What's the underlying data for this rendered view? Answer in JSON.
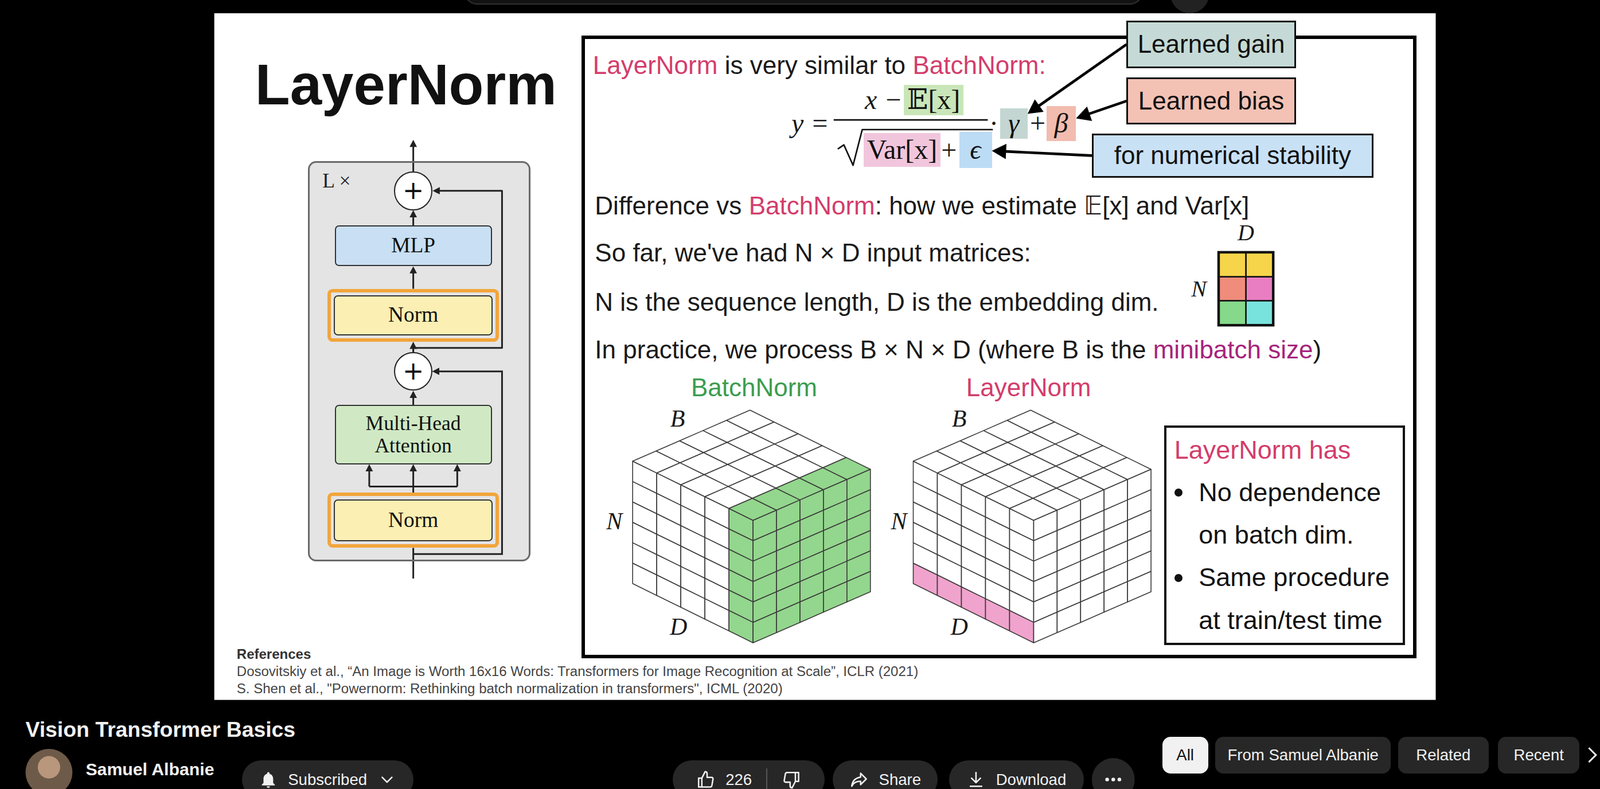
{
  "diagram": {
    "title": "LayerNorm",
    "nodes": [
      {
        "text": [
          "L ×"
        ]
      },
      {
        "text": [
          "+"
        ],
        "in": 0
      },
      {
        "text": [
          "MLP"
        ],
        "in": 0
      },
      {
        "text": [
          "Norm"
        ],
        "in": 0
      },
      {
        "text": [
          "+"
        ],
        "in": 0
      },
      {
        "text": [
          "Multi-Head Attention"
        ],
        "in": 0
      },
      {
        "text": [
          "Norm"
        ],
        "in": 0
      },
      {
        "text": [
          "LayerNorm",
          "is very similar to",
          "BatchNorm:",
          "y =",
          "x −",
          "+",
          "·",
          "+",
          "Difference vs",
          "BatchNorm",
          ": how we estimate 𝔼[x] and Var[x]",
          "So far, we've had N × D input matrices:",
          "N is the sequence length, D is the embedding dim.",
          "D",
          "N",
          "In practice, we process B × N × D (where B is the",
          "minibatch size",
          ")",
          "BatchNorm",
          "LayerNorm",
          "B",
          "N",
          "D",
          "B",
          "N",
          "D"
        ]
      },
      {
        "text": [
          "𝔼[x]"
        ],
        "in": 7
      },
      {
        "text": [
          "Var[x]"
        ],
        "in": 7
      },
      {
        "text": [
          "ϵ"
        ],
        "in": 7
      },
      {
        "text": [
          "γ"
        ],
        "in": 7
      },
      {
        "text": [
          "β"
        ],
        "in": 7
      },
      {
        "text": [
          "LayerNorm has",
          "No dependence on batch dim.",
          "Same procedure at train/test time"
        ],
        "in": 7
      },
      {
        "text": [
          "Learned gain"
        ]
      },
      {
        "text": [
          "Learned bias"
        ]
      },
      {
        "text": [
          "for numerical stability"
        ]
      },
      {
        "text": [
          "Subscribed"
        ]
      },
      {
        "text": [
          "226"
        ]
      },
      {
        "text": [
          "Share"
        ]
      },
      {
        "text": [
          "Download"
        ]
      },
      {
        "text": [
          "All"
        ]
      },
      {
        "text": [
          "From Samuel Albanie"
        ]
      },
      {
        "text": [
          "Related"
        ]
      },
      {
        "text": [
          "Recent"
        ]
      }
    ],
    "edges": [
      {
        "from": 6,
        "to": 5,
        "arrow": "to"
      },
      {
        "from": 5,
        "to": 4,
        "arrow": "to"
      },
      {
        "from": 4,
        "to": 3,
        "arrow": "to"
      },
      {
        "from": 3,
        "to": 2,
        "arrow": "to"
      },
      {
        "from": 2,
        "to": 1,
        "arrow": "to"
      },
      {
        "from": 4,
        "to": 1,
        "arrow": "to"
      },
      {
        "from": 14,
        "to": 11,
        "arrow": "to"
      },
      {
        "from": 15,
        "to": 12,
        "arrow": "to"
      },
      {
        "from": 16,
        "to": 10,
        "arrow": "to"
      }
    ],
    "labels": [
      "References",
      "Dosovitskiy et al., “An Image is Worth 16x16 Words: Transformers for Image Recognition at Scale”, ICLR (2021)",
      "S. Shen et al., \"Powernorm: Rethinking batch normalization in transformers\", ICML (2020)",
      "Vision Transformer Basics",
      "Samuel Albanie"
    ]
  }
}
